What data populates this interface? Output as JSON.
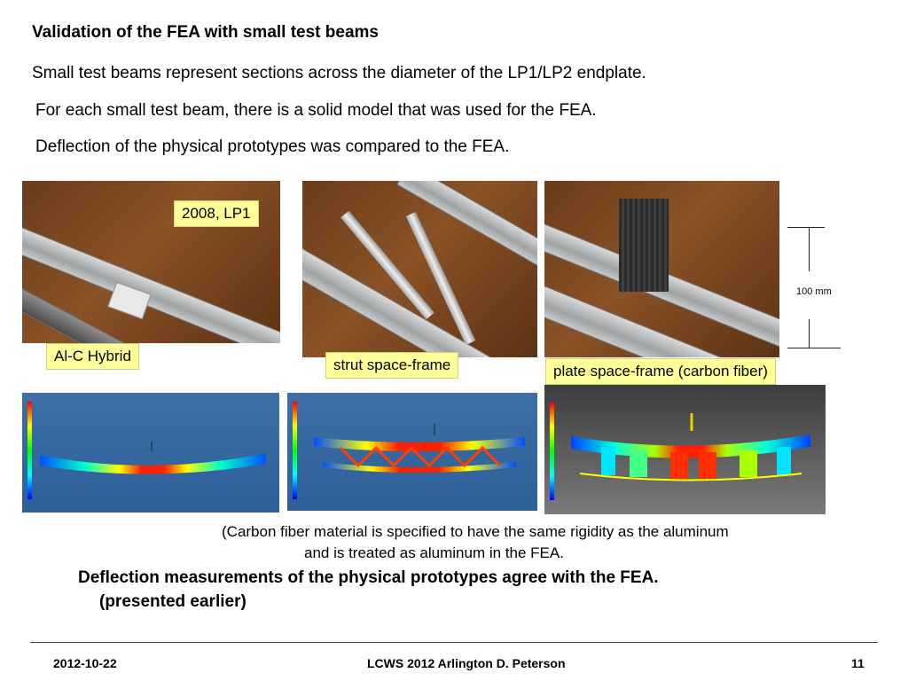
{
  "slide": {
    "title": "Validation of the FEA with small test beams",
    "bullets": [
      "Small test beams represent sections across the diameter of the LP1/LP2 endplate.",
      "For each small test beam, there is a solid model that was used  for the FEA.",
      "Deflection of the physical prototypes was compared to the FEA."
    ]
  },
  "labels": {
    "year_tag": "2008, LP1",
    "hybrid": "Al-C Hybrid",
    "strut": "strut space-frame",
    "plate": "plate space-frame (carbon fiber)",
    "scale": "100 mm"
  },
  "notes": {
    "caption_line1": "(Carbon fiber material is specified to have the same rigidity as the aluminum",
    "caption_line2": "and is treated as aluminum in the FEA.",
    "conclusion_line1": "Deflection measurements of the physical prototypes agree with the FEA.",
    "conclusion_line2": "(presented earlier)"
  },
  "footer": {
    "date": "2012-10-22",
    "center": "LCWS 2012 Arlington D. Peterson",
    "page": "11"
  },
  "colors": {
    "label_bg": "#ffff99",
    "fea_bg_blue": "#3e6fa6",
    "fea_bg_grey": "#4a4a4a",
    "wood": "#7a4620"
  }
}
